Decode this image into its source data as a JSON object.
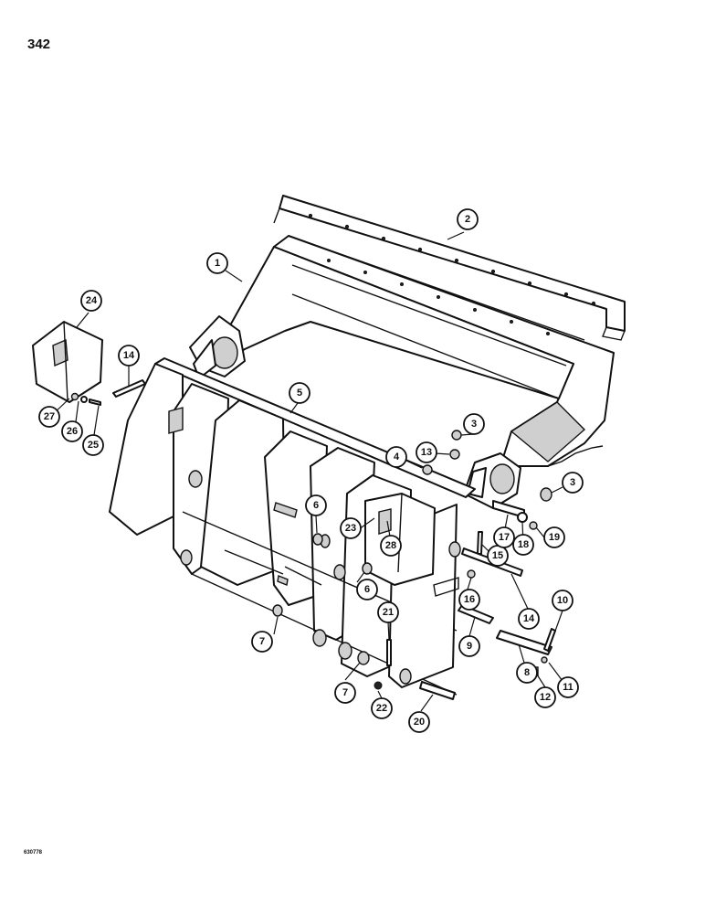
{
  "page": {
    "number": "342",
    "figure_code": "630778"
  },
  "callouts": [
    {
      "id": "1",
      "label": "1"
    },
    {
      "id": "2",
      "label": "2"
    },
    {
      "id": "3a",
      "label": "3"
    },
    {
      "id": "3b",
      "label": "3"
    },
    {
      "id": "4",
      "label": "4"
    },
    {
      "id": "5",
      "label": "5"
    },
    {
      "id": "6a",
      "label": "6"
    },
    {
      "id": "6b",
      "label": "6"
    },
    {
      "id": "7a",
      "label": "7"
    },
    {
      "id": "7b",
      "label": "7"
    },
    {
      "id": "8",
      "label": "8"
    },
    {
      "id": "9",
      "label": "9"
    },
    {
      "id": "10",
      "label": "10"
    },
    {
      "id": "11",
      "label": "11"
    },
    {
      "id": "12",
      "label": "12"
    },
    {
      "id": "13",
      "label": "13"
    },
    {
      "id": "14a",
      "label": "14"
    },
    {
      "id": "14b",
      "label": "14"
    },
    {
      "id": "15",
      "label": "15"
    },
    {
      "id": "16",
      "label": "16"
    },
    {
      "id": "17",
      "label": "17"
    },
    {
      "id": "18",
      "label": "18"
    },
    {
      "id": "19",
      "label": "19"
    },
    {
      "id": "20",
      "label": "20"
    },
    {
      "id": "21",
      "label": "21"
    },
    {
      "id": "22",
      "label": "22"
    },
    {
      "id": "23",
      "label": "23"
    },
    {
      "id": "24",
      "label": "24"
    },
    {
      "id": "25",
      "label": "25"
    },
    {
      "id": "26",
      "label": "26"
    },
    {
      "id": "27",
      "label": "27"
    },
    {
      "id": "28",
      "label": "28"
    }
  ]
}
